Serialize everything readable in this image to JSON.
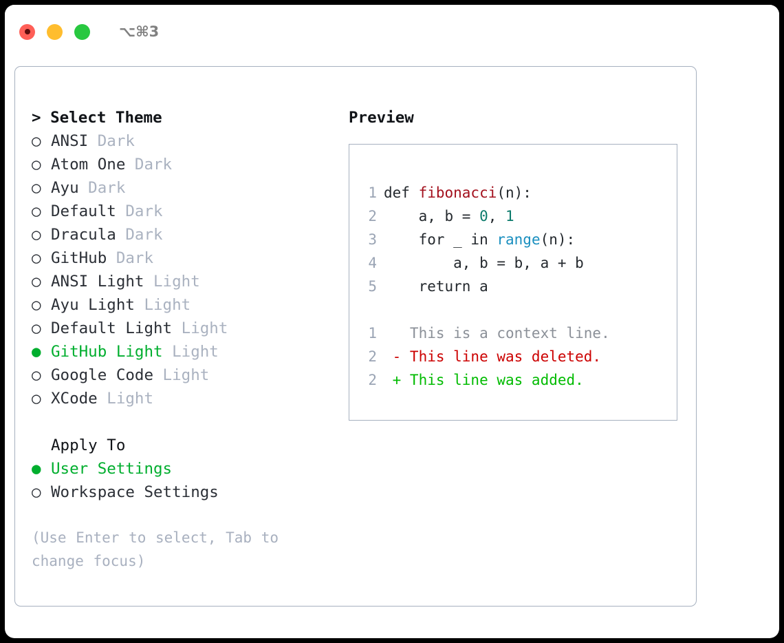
{
  "titlebar": {
    "shortcut": "⌥⌘3",
    "buttons": [
      {
        "name": "close",
        "color": "#ff5f57"
      },
      {
        "name": "minimize",
        "color": "#ffbd2e"
      },
      {
        "name": "maximize",
        "color": "#28c840"
      }
    ]
  },
  "theme_picker": {
    "heading_prefix": "> ",
    "heading": "Select Theme",
    "marker_unselected": "○ ",
    "marker_selected": "● ",
    "items": [
      {
        "name": "ANSI",
        "variant": "Dark",
        "selected": false
      },
      {
        "name": "Atom One",
        "variant": "Dark",
        "selected": false
      },
      {
        "name": "Ayu",
        "variant": "Dark",
        "selected": false
      },
      {
        "name": "Default",
        "variant": "Dark",
        "selected": false
      },
      {
        "name": "Dracula",
        "variant": "Dark",
        "selected": false
      },
      {
        "name": "GitHub",
        "variant": "Dark",
        "selected": false
      },
      {
        "name": "ANSI Light",
        "variant": "Light",
        "selected": false
      },
      {
        "name": "Ayu Light",
        "variant": "Light",
        "selected": false
      },
      {
        "name": "Default Light",
        "variant": "Light",
        "selected": false
      },
      {
        "name": "GitHub Light",
        "variant": "Light",
        "selected": true
      },
      {
        "name": "Google Code",
        "variant": "Light",
        "selected": false
      },
      {
        "name": "XCode",
        "variant": "Light",
        "selected": false
      }
    ]
  },
  "apply_to": {
    "heading": "Apply To",
    "options": [
      {
        "name": "User Settings",
        "selected": true
      },
      {
        "name": "Workspace Settings",
        "selected": false
      }
    ]
  },
  "hint": "(Use Enter to select, Tab to change focus)",
  "preview": {
    "title": "Preview",
    "code_lines": [
      {
        "num": "1",
        "segments": [
          {
            "text": "def ",
            "type": "plain"
          },
          {
            "text": "fibonacci",
            "type": "function"
          },
          {
            "text": "(n):",
            "type": "plain"
          }
        ]
      },
      {
        "num": "2",
        "segments": [
          {
            "text": "    a, b = ",
            "type": "plain"
          },
          {
            "text": "0",
            "type": "number"
          },
          {
            "text": ", ",
            "type": "plain"
          },
          {
            "text": "1",
            "type": "number"
          }
        ]
      },
      {
        "num": "3",
        "segments": [
          {
            "text": "    for _ in ",
            "type": "plain"
          },
          {
            "text": "range",
            "type": "call"
          },
          {
            "text": "(n):",
            "type": "plain"
          }
        ]
      },
      {
        "num": "4",
        "segments": [
          {
            "text": "        a, b = b, a + b",
            "type": "plain"
          }
        ]
      },
      {
        "num": "5",
        "segments": [
          {
            "text": "    return a",
            "type": "plain"
          }
        ]
      }
    ],
    "diff_lines": [
      {
        "num": "1",
        "sign": " ",
        "text": "This is a context line.",
        "type": "context"
      },
      {
        "num": "2",
        "sign": "-",
        "text": "This line was deleted.",
        "type": "deleted"
      },
      {
        "num": "2",
        "sign": "+",
        "text": "This line was added.",
        "type": "added"
      }
    ]
  },
  "colors": {
    "accent_green": "#00ae2e",
    "muted": "#aab2c0",
    "border": "#a6b0bf",
    "text": "#2b2f36",
    "syntax_function": "#a3101d",
    "syntax_number": "#0b7a6b",
    "syntax_call": "#1a8fbf",
    "diff_deleted": "#cc0000",
    "diff_added": "#00bb00",
    "line_number": "#9aa4b4"
  }
}
